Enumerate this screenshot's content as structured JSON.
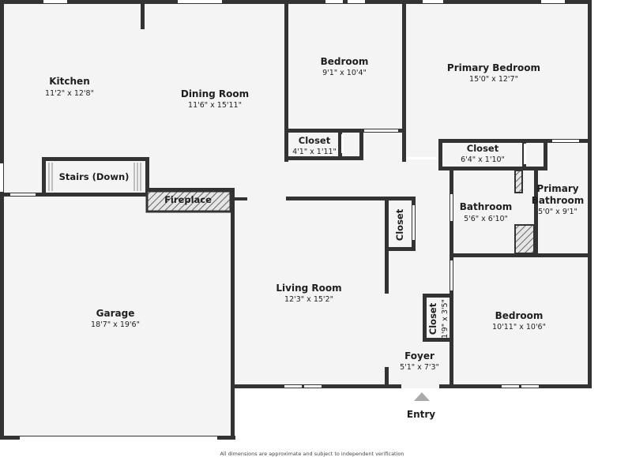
{
  "rooms": {
    "kitchen": {
      "name": "Kitchen",
      "dims": "11'2\" x 12'8\""
    },
    "dining": {
      "name": "Dining Room",
      "dims": "11'6\" x 15'11\""
    },
    "bedroom_top": {
      "name": "Bedroom",
      "dims": "9'1\" x 10'4\""
    },
    "primary_bedroom": {
      "name": "Primary Bedroom",
      "dims": "15'0\" x 12'7\""
    },
    "closet_left": {
      "name": "Closet",
      "dims": "4'1\" x 1'11\""
    },
    "closet_right": {
      "name": "Closet",
      "dims": "6'4\" x 1'10\""
    },
    "stairs": {
      "name": "Stairs (Down)"
    },
    "fireplace": {
      "name": "Fireplace"
    },
    "closet_hall": {
      "name": "Closet"
    },
    "bathroom": {
      "name": "Bathroom",
      "dims": "5'6\" x 6'10\""
    },
    "primary_bathroom": {
      "name_line1": "Primary",
      "name_line2": "Bathroom",
      "dims": "5'0\" x 9'1\""
    },
    "garage": {
      "name": "Garage",
      "dims": "18'7\" x 19'6\""
    },
    "living": {
      "name": "Living Room",
      "dims": "12'3\" x 15'2\""
    },
    "closet_foyer": {
      "name": "Closet",
      "dims": "1'9\" x 3'5\""
    },
    "bedroom_bottom": {
      "name": "Bedroom",
      "dims": "10'11\" x 10'6\""
    },
    "foyer": {
      "name": "Foyer",
      "dims": "5'1\" x 7'3\""
    }
  },
  "entry": {
    "label": "Entry"
  },
  "disclaimer": "All dimensions are approximate and subject to independent verification",
  "colors": {
    "wall": "#333333",
    "floor": "#f4f4f4",
    "window": "#ffffff",
    "entry_arrow": "#aaaaaa"
  }
}
